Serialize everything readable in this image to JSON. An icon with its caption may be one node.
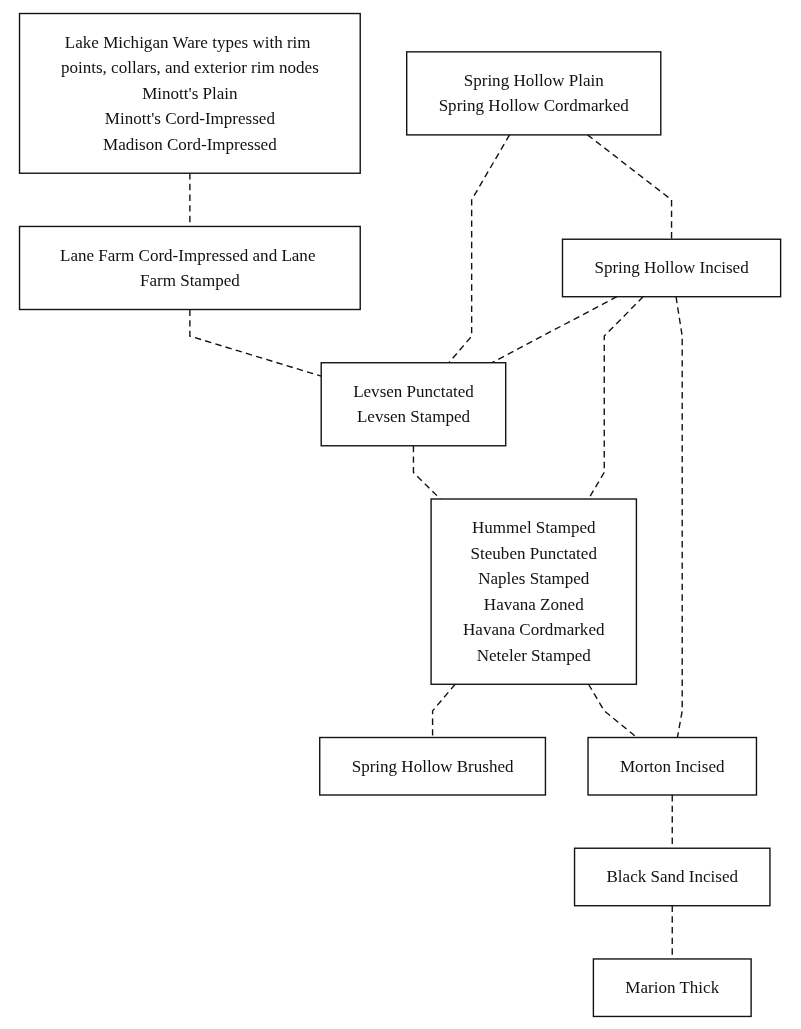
{
  "diagram": {
    "nodes": [
      {
        "text": [
          "Lake Michigan Ware types with rim points, collars, and exterior rim nodes",
          "Minott's Plain",
          "Minott's Cord-Impressed",
          "Madison Cord-Impressed"
        ]
      },
      {
        "text": [
          "Lane Farm Cord-Impressed and Lane Farm Stamped"
        ]
      },
      {
        "text": [
          "Spring Hollow Plain",
          "Spring Hollow Cordmarked"
        ]
      },
      {
        "text": [
          "Levsen Punctated",
          "Levsen Stamped"
        ]
      },
      {
        "text": [
          "Spring Hollow Incised"
        ]
      },
      {
        "text": [
          "Hummel Stamped",
          "Steuben Punctated",
          "Naples Stamped",
          "Havana Zoned",
          "Havana Cordmarked",
          "Neteler Stamped"
        ]
      },
      {
        "text": [
          "Spring Hollow Brushed"
        ]
      },
      {
        "text": [
          "Morton Incised"
        ]
      },
      {
        "text": [
          "Black Sand Incised"
        ]
      },
      {
        "text": [
          "Marion Thick"
        ]
      }
    ],
    "edges": [
      {
        "from": 0,
        "to": 1,
        "arrow": "none",
        "style": "dashed"
      },
      {
        "from": 1,
        "to": 3,
        "arrow": "none",
        "style": "dashed"
      },
      {
        "from": 2,
        "to": 3,
        "arrow": "none",
        "style": "dashed"
      },
      {
        "from": 2,
        "to": 4,
        "arrow": "none",
        "style": "dashed"
      },
      {
        "from": 4,
        "to": 3,
        "arrow": "none",
        "style": "dashed"
      },
      {
        "from": 4,
        "to": 5,
        "arrow": "none",
        "style": "dashed"
      },
      {
        "from": 3,
        "to": 5,
        "arrow": "none",
        "style": "dashed"
      },
      {
        "from": 5,
        "to": 6,
        "arrow": "none",
        "style": "dashed"
      },
      {
        "from": 4,
        "to": 7,
        "arrow": "none",
        "style": "dashed"
      },
      {
        "from": 5,
        "to": 7,
        "arrow": "none",
        "style": "dashed"
      },
      {
        "from": 7,
        "to": 8,
        "arrow": "none",
        "style": "dashed"
      },
      {
        "from": 8,
        "to": 9,
        "arrow": "none",
        "style": "dashed"
      }
    ]
  }
}
